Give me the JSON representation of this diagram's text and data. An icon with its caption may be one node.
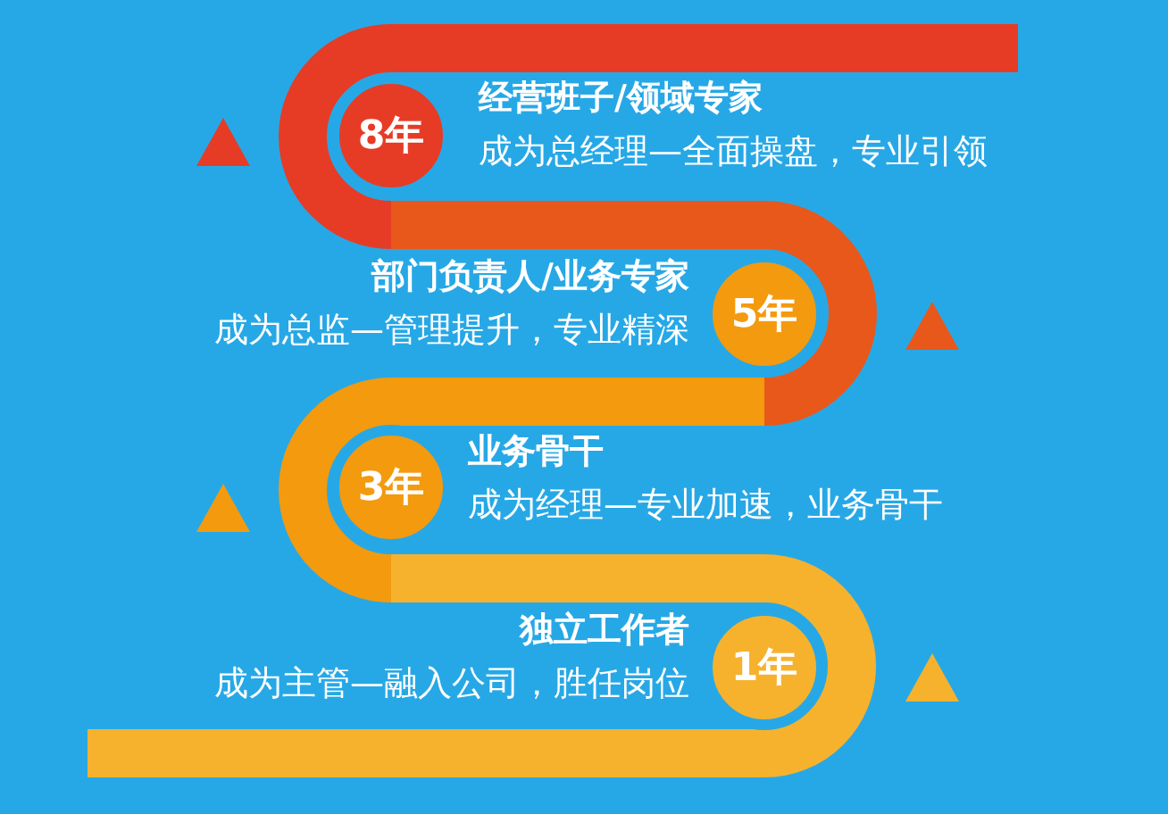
{
  "diagram": {
    "nodes": [
      {
        "text": [
          "8年"
        ],
        "beside": [
          "经营班子/领域专家",
          "成为总经理—全面操盘，专业引领"
        ]
      },
      {
        "text": [
          "5年"
        ],
        "beside": [
          "部门负责人/业务专家",
          "成为总监—管理提升，专业精深"
        ]
      },
      {
        "text": [
          "3年"
        ],
        "beside": [
          "业务骨干",
          "成为经理—专业加速，业务骨干"
        ]
      },
      {
        "text": [
          "1年"
        ],
        "beside": [
          "独立工作者",
          "成为主管—融入公司，胜任岗位"
        ]
      }
    ]
  }
}
